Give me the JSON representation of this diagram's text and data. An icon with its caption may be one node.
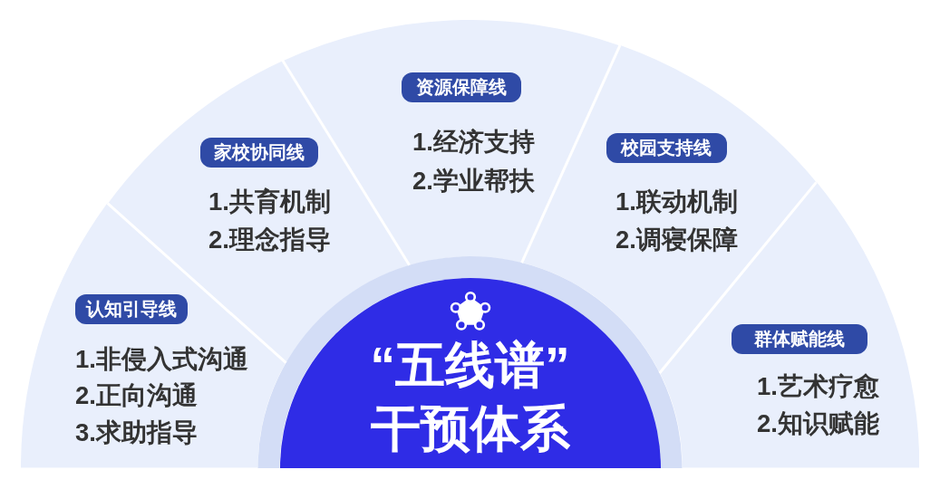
{
  "diagram": {
    "nodes": [
      {
        "text": [
          "“五线谱”干预体系"
        ]
      },
      {
        "text": [
          "1.非侵入式沟通",
          "2.正向沟通",
          "3.求助指导"
        ]
      },
      {
        "text": [
          "认知引导线"
        ],
        "in": 1
      },
      {
        "text": [
          "1.共育机制",
          "2.理念指导"
        ]
      },
      {
        "text": [
          "家校协同线"
        ],
        "in": 3
      },
      {
        "text": [
          "1.经济支持",
          "2.学业帮扶"
        ]
      },
      {
        "text": [
          "资源保障线"
        ],
        "in": 5
      },
      {
        "text": [
          "1.联动机制",
          "2.调寝保障"
        ]
      },
      {
        "text": [
          "校园支持线"
        ],
        "in": 7
      },
      {
        "text": [
          "1.艺术疗愈",
          "2.知识赋能"
        ]
      },
      {
        "text": [
          "群体赋能线"
        ],
        "in": 9
      }
    ]
  }
}
